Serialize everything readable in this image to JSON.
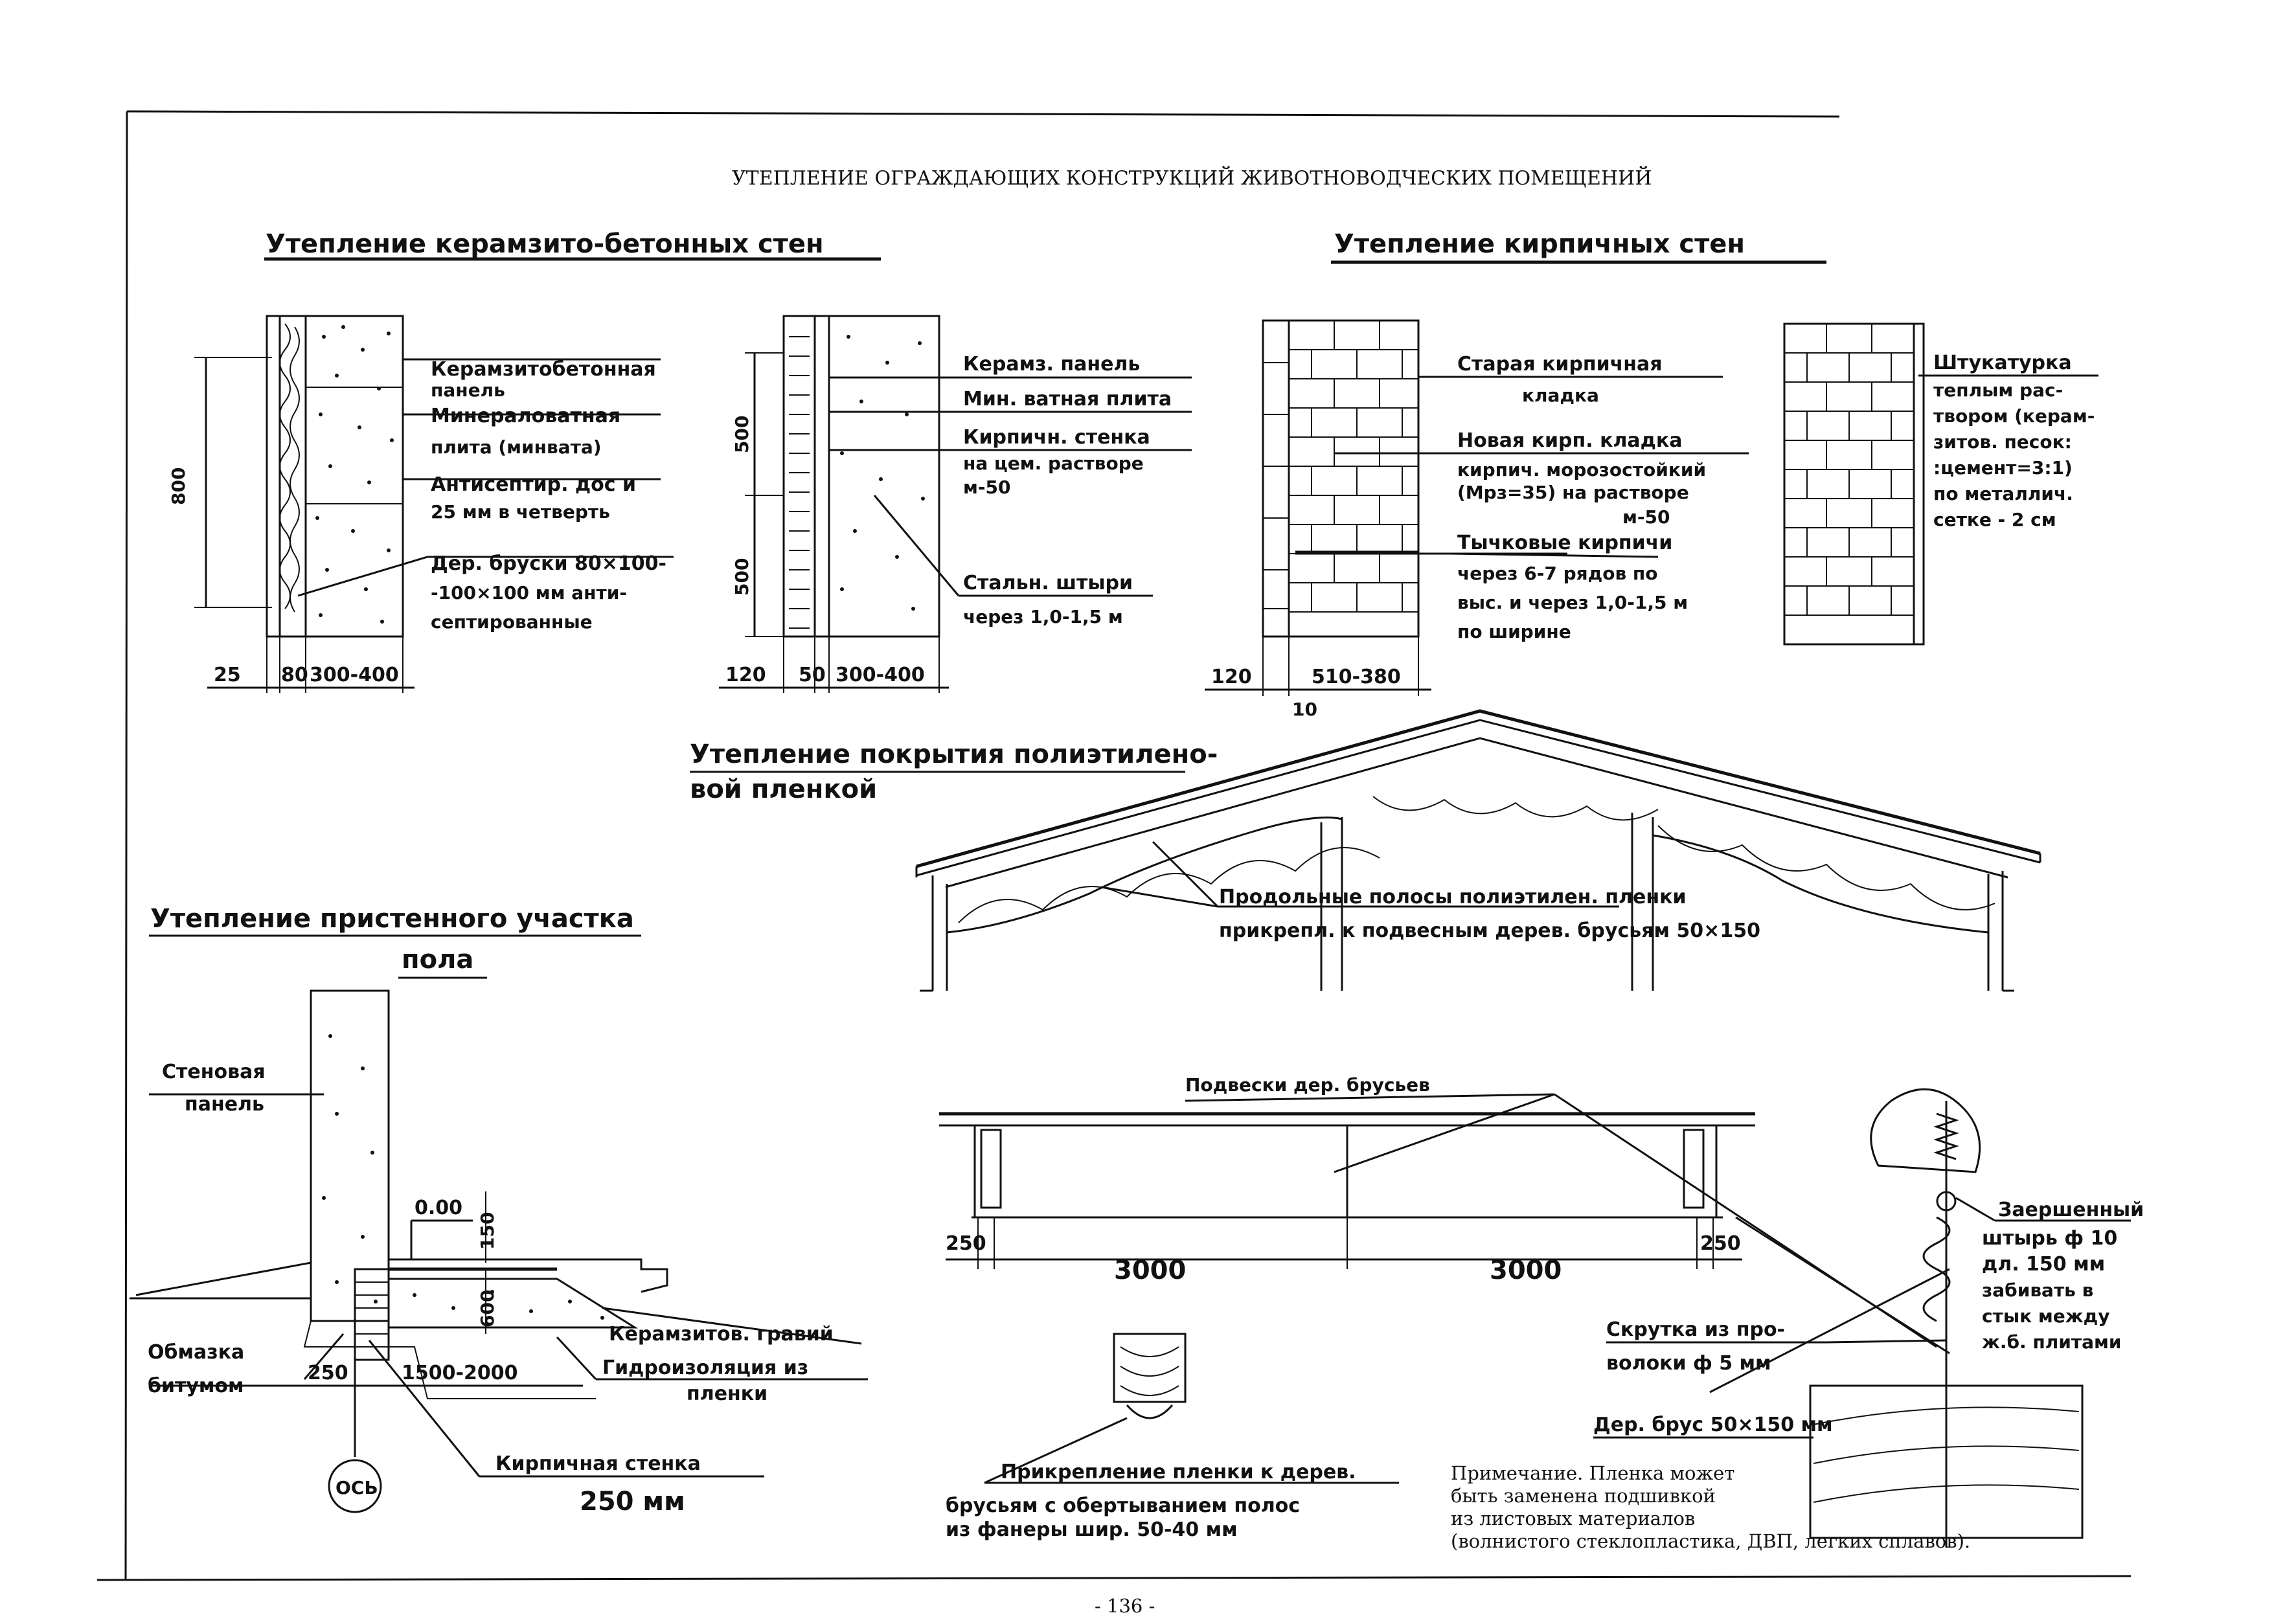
{
  "page": {
    "main_title": "УТЕПЛЕНИЕ ОГРАЖДАЮЩИХ КОНСТРУКЦИЙ ЖИВОТНОВОДЧЕСКИХ ПОМЕЩЕНИЙ",
    "page_number": "- 136 -"
  },
  "wall_concrete": {
    "title": "Утепление керамзито-бетонных стен",
    "labels": [
      "Керамзитобетонная",
      "панель",
      "Минераловатная",
      "плита (минвата)",
      "Антисептир. дос и",
      "25 мм в четверть",
      "Дер. бруски 80×100-",
      "-100×100 мм анти-",
      "септированные"
    ],
    "dim_height": "800",
    "dims_bottom": [
      "25",
      "80",
      "300-400"
    ],
    "labels2": [
      "Керамз. панель",
      "Мин. ватная плита",
      "Кирпичн. стенка",
      "на цем. растворе",
      "м-50",
      "Стальн. штыри",
      "через 1,0-1,5 м"
    ],
    "dims2_vertical": [
      "500",
      "500"
    ],
    "dims2_bottom": [
      "120",
      "50",
      "300-400"
    ]
  },
  "wall_brick": {
    "title": "Утепление кирпичных стен",
    "labels": [
      "Старая кирпичная",
      "кладка",
      "Новая кирп. кладка",
      "кирпич. морозостойкий",
      "(Мрз=35) на растворе",
      "м-50",
      "Тычковые кирпичи",
      "через 6-7 рядов по",
      "выс. и через 1,0-1,5 м",
      "по ширине"
    ],
    "dims_bottom": [
      "120",
      "510-380",
      "10"
    ],
    "labels2": [
      "Штукатурка",
      "теплым рас-",
      "твором (керам-",
      "зитов. песок:",
      ":цемент=3:1)",
      "по металлич.",
      "сетке - 2 см"
    ]
  },
  "roof": {
    "title_line1": "Утепление покрытия полиэтилено-",
    "title_line2": "вой пленкой",
    "label_line1": "Продольные полосы полиэтилен. пленки",
    "label_line2": "прикрепл. к подвесным дерев. брусьям 50×150"
  },
  "floor": {
    "title_line1": "Утепление пристенного участка",
    "title_line2": "пола",
    "labels": {
      "wall_panel_1": "Стеновая",
      "wall_panel_2": "панель",
      "level": "0.00",
      "dim_150": "150",
      "dim_600": "600",
      "gravel": "Керамзитов. гравий",
      "hydro_1": "Гидроизоляция из",
      "hydro_2": "пленки",
      "bitumen_1": "Обмазка",
      "bitumen_2": "битумом",
      "dim_250": "250",
      "dim_1500": "1500-2000",
      "axis": "ОСЬ",
      "brick_wall_1": "Кирпичная стенка",
      "brick_wall_2": "250 мм"
    }
  },
  "hangers": {
    "title": "Подвески дер. брусьев",
    "dims": [
      "250",
      "3000",
      "3000",
      "250"
    ],
    "fix_label_1": "Прикрепление пленки к дерев.",
    "fix_label_2": "брусьям с обертыванием полос",
    "fix_label_3": "из фанеры шир. 50-40 мм",
    "pin_labels": [
      "Заершенный",
      "штырь ф 10",
      "дл. 150 мм",
      "забивать в",
      "стык между",
      "ж.б. плитами"
    ],
    "wire": [
      "Скрутка из про-",
      "волоки ф 5 мм"
    ],
    "beam": "Дер. брус 50×150 мм"
  },
  "note": {
    "lines": [
      "Примечание. Пленка может",
      "быть заменена подшивкой",
      "из листовых материалов",
      "(волнистого стеклопластика, ДВП, легких сплавов)."
    ]
  }
}
